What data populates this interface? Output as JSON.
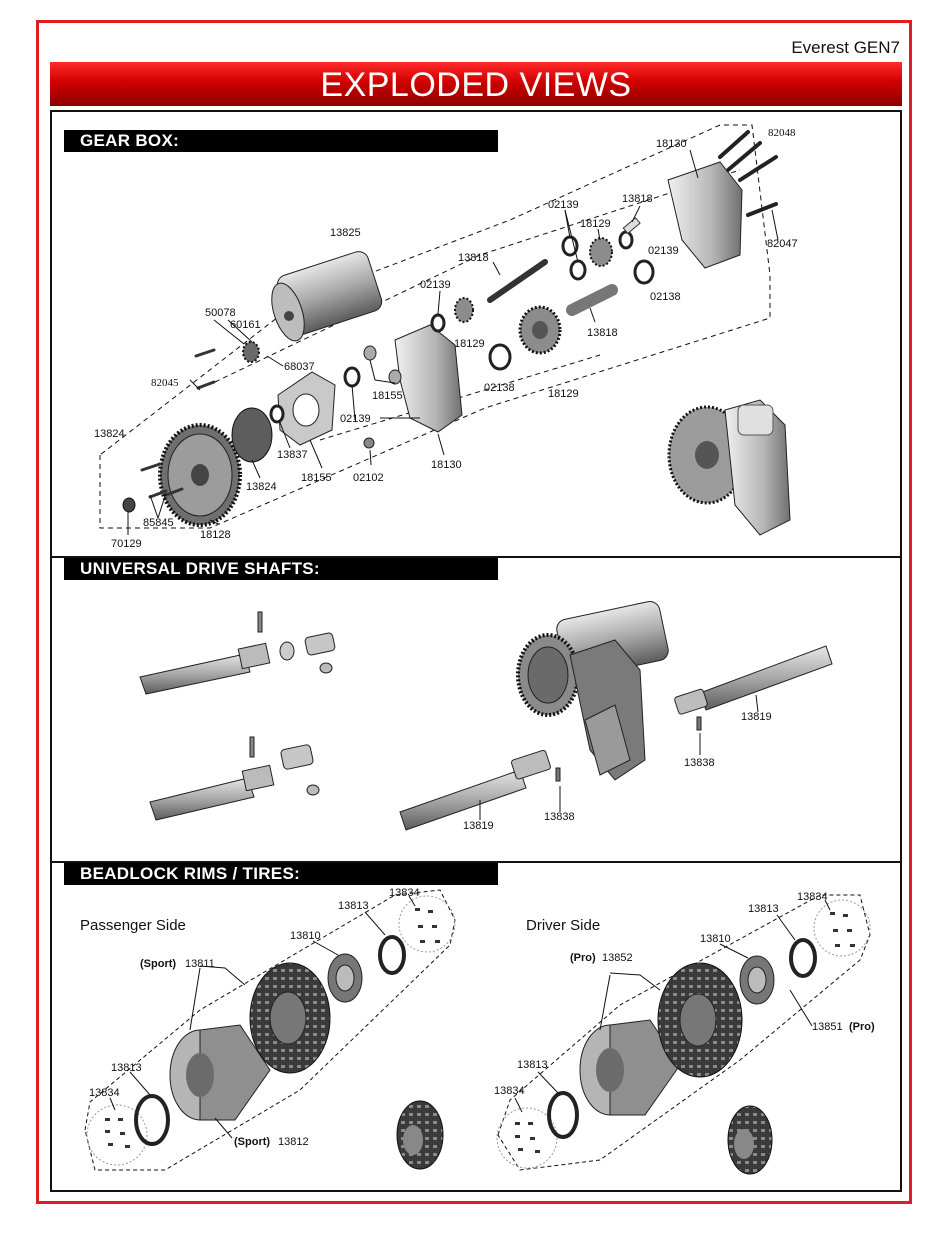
{
  "header": {
    "model": "Everest GEN7",
    "title": "EXPLODED VIEWS"
  },
  "sections": {
    "gearbox": {
      "title": "GEAR BOX:",
      "parts": {
        "p82048": "82048",
        "p18130_top": "18130",
        "p02139_top": "02139",
        "p13818_top_right": "13818",
        "p18129_top": "18129",
        "p02139_right": "02139",
        "p82047": "82047",
        "p13825": "13825",
        "p13818_mid": "13818",
        "p02139_mid": "02139",
        "p02138_right": "02138",
        "p50078": "50078",
        "p60161": "60161",
        "p68037": "68037",
        "p18129_mid": "18129",
        "p13818_lower": "13818",
        "p82045": "82045",
        "p18155_mid": "18155",
        "p02138_mid": "02138",
        "p18129_lower": "18129",
        "p02139_lower": "02139",
        "p13824_left": "13824",
        "p13837": "13837",
        "p13824_mid": "13824",
        "p18155_lower": "18155",
        "p02102": "02102",
        "p18130_lower": "18130",
        "p85845": "85845",
        "p70129": "70129",
        "p18128": "18128"
      }
    },
    "driveshafts": {
      "title": "UNIVERSAL DRIVE SHAFTS:",
      "parts": {
        "p13819_right": "13819",
        "p13838_right": "13838",
        "p13819_left": "13819",
        "p13838_left": "13838"
      }
    },
    "wheels": {
      "title": "BEADLOCK RIMS / TIRES:",
      "passenger": {
        "label": "Passenger Side",
        "p13834_top": "13834",
        "p13813_top": "13813",
        "p13810": "13810",
        "tire_prefix": "(Sport)",
        "tire_pn": "13811",
        "p13813_left": "13813",
        "p13834_left": "13834",
        "foam_prefix": "(Sport)",
        "foam_pn": "13812"
      },
      "driver": {
        "label": "Driver Side",
        "p13834_top": "13834",
        "p13813_top": "13813",
        "p13810": "13810",
        "tire_prefix": "(Pro)",
        "tire_pn": "13852",
        "foam_pn": "13851",
        "foam_suffix": "(Pro)",
        "p13813_left": "13813",
        "p13834_left": "13834"
      }
    }
  },
  "colors": {
    "border": "#e31b23",
    "banner": "#c00000",
    "section_bg": "#000000",
    "part_fill": "#8c8c8c"
  }
}
